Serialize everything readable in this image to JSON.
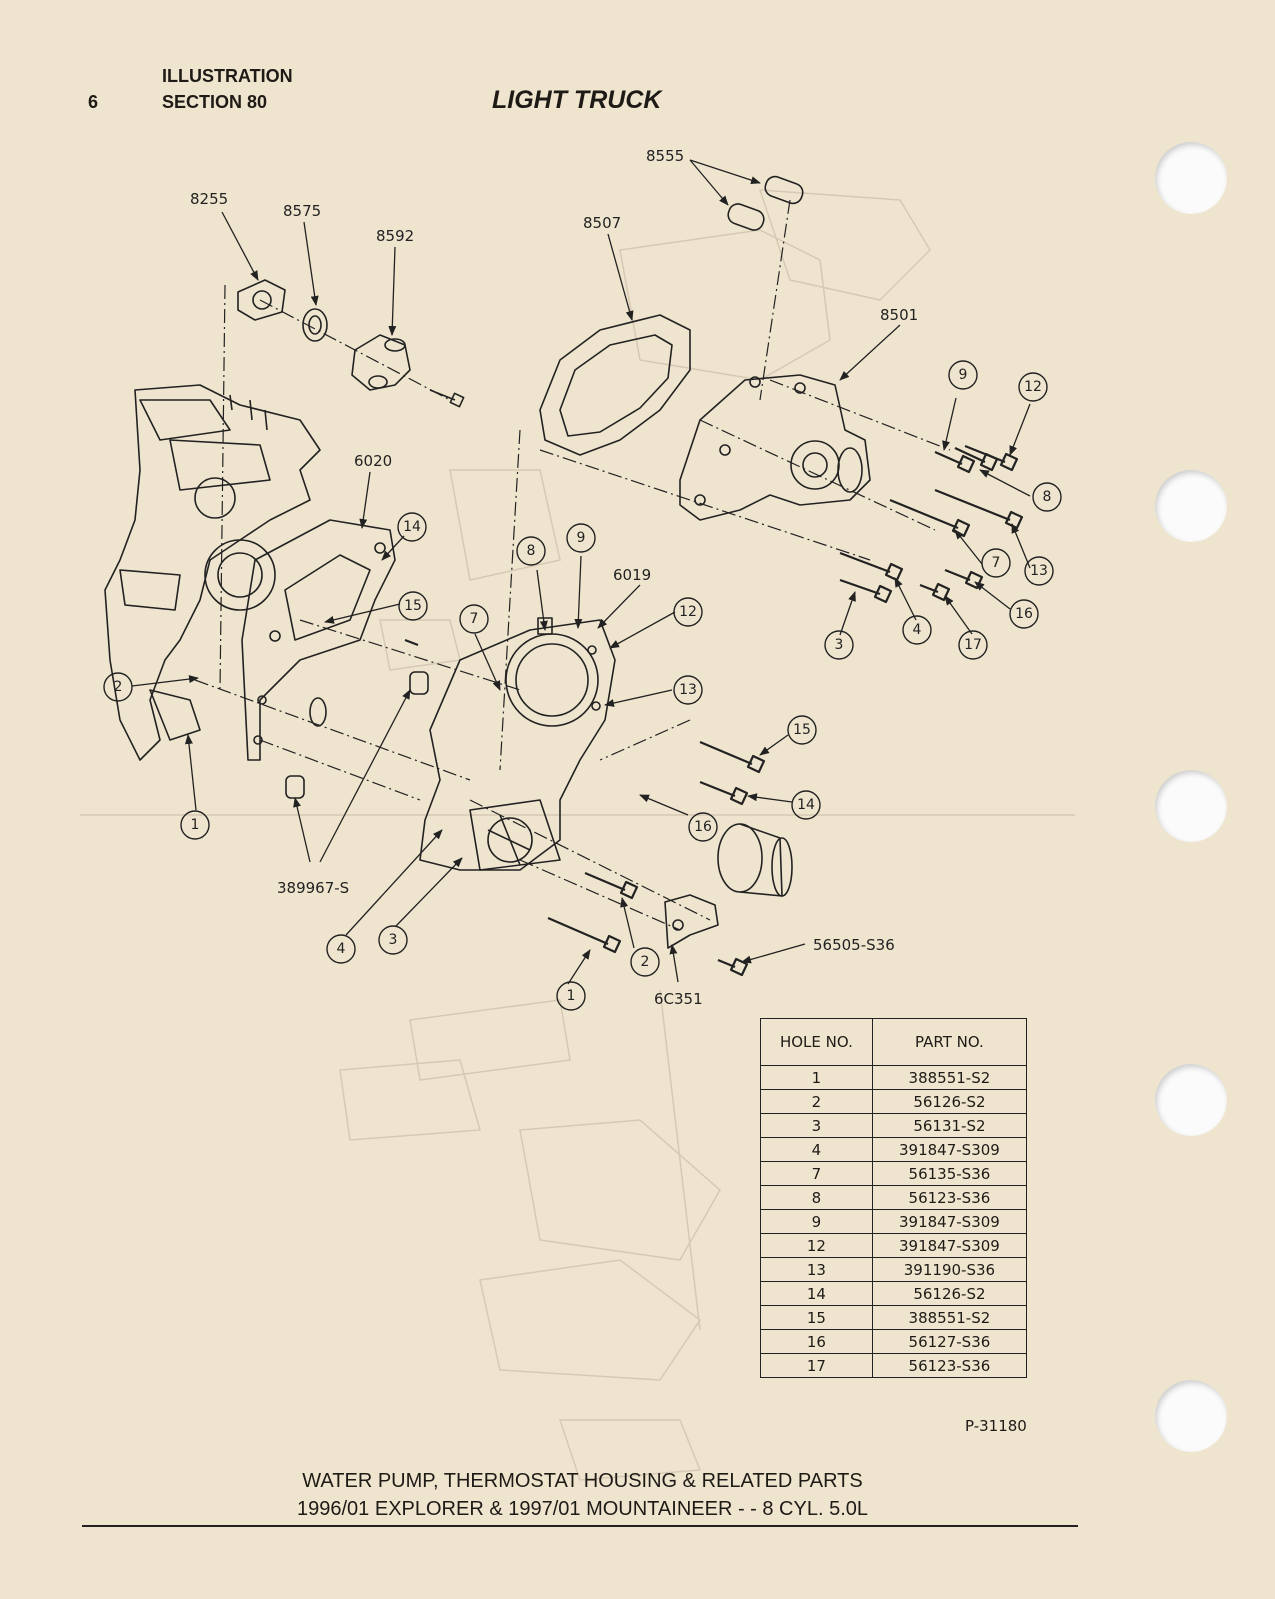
{
  "header": {
    "page_number": "6",
    "illustration_label": "ILLUSTRATION",
    "section_label": "SECTION 80",
    "title": "LIGHT TRUCK"
  },
  "diagram": {
    "part_labels": {
      "p8555": "8555",
      "p8255": "8255",
      "p8575": "8575",
      "p8592": "8592",
      "p8507": "8507",
      "p8501": "8501",
      "p6020": "6020",
      "p6019": "6019",
      "p389967": "389967-S",
      "p56505": "56505-S36",
      "p6c351": "6C351"
    },
    "callouts": {
      "c9a": "9",
      "c12a": "12",
      "c8a": "8",
      "c7a": "7",
      "c13a": "13",
      "c16a": "16",
      "c3a": "3",
      "c4a": "4",
      "c17a": "17",
      "c14a": "14",
      "c15a": "15",
      "c8b": "8",
      "c9b": "9",
      "c7b": "7",
      "c12b": "12",
      "c13b": "13",
      "c2a": "2",
      "c1a": "1",
      "c15b": "15",
      "c14b": "14",
      "c16b": "16",
      "c4b": "4",
      "c3b": "3",
      "c2b": "2",
      "c1b": "1"
    }
  },
  "table": {
    "headers": [
      "HOLE NO.",
      "PART NO."
    ],
    "rows": [
      [
        "1",
        "388551-S2"
      ],
      [
        "2",
        "56126-S2"
      ],
      [
        "3",
        "56131-S2"
      ],
      [
        "4",
        "391847-S309"
      ],
      [
        "7",
        "56135-S36"
      ],
      [
        "8",
        "56123-S36"
      ],
      [
        "9",
        "391847-S309"
      ],
      [
        "12",
        "391847-S309"
      ],
      [
        "13",
        "391190-S36"
      ],
      [
        "14",
        "56126-S2"
      ],
      [
        "15",
        "388551-S2"
      ],
      [
        "16",
        "56127-S36"
      ],
      [
        "17",
        "56123-S36"
      ]
    ]
  },
  "figure_ref": "P-31180",
  "caption": {
    "line1": "WATER PUMP, THERMOSTAT HOUSING & RELATED PARTS",
    "line2": "1996/01 EXPLORER & 1997/01 MOUNTAINEER - - 8 CYL. 5.0L"
  }
}
